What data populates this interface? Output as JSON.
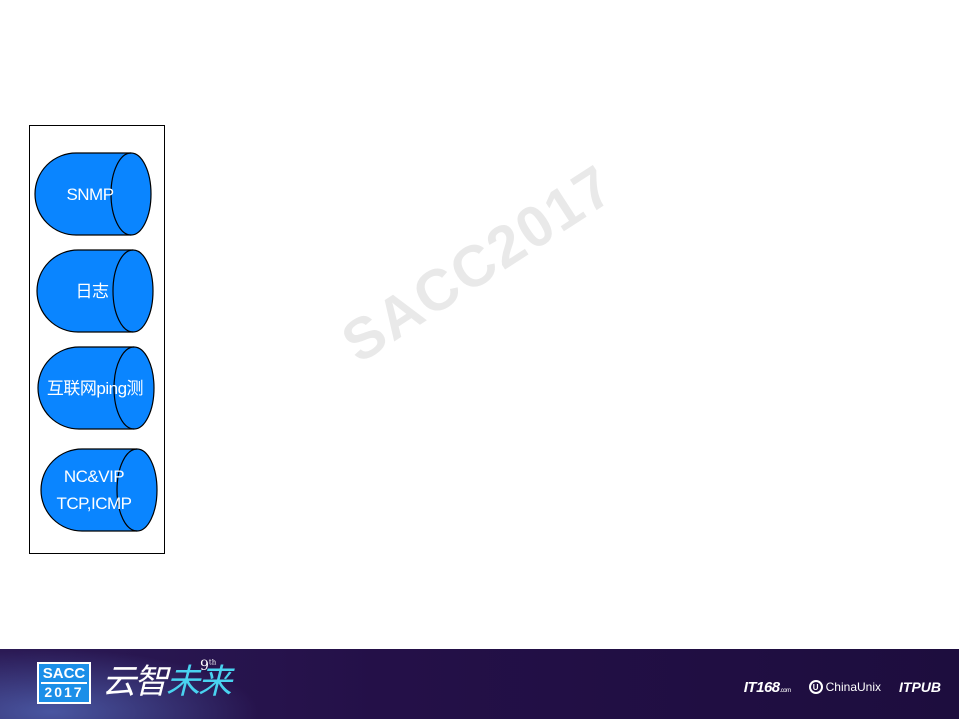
{
  "watermark": "SACC2017",
  "panel": {
    "items": [
      {
        "lines": [
          "SNMP"
        ]
      },
      {
        "lines": [
          "日志"
        ]
      },
      {
        "lines": [
          "互联网ping测"
        ]
      },
      {
        "lines": [
          "NC&VIP",
          "TCP,ICMP"
        ]
      }
    ]
  },
  "colors": {
    "cylinder_fill": "#0a85ff",
    "cylinder_stroke": "#000000",
    "footer_bg": "#241048",
    "sacc_blue": "#1b8fe8"
  },
  "footer": {
    "sacc_top": "SACC",
    "sacc_year": "2017",
    "slogan_a": "云智",
    "slogan_b": "未来",
    "edition_num": "9",
    "edition_suffix": "th",
    "logos": {
      "it168": "IT168",
      "it168_suffix": ".com",
      "chinaunix_mark": "U",
      "chinaunix": "ChinaUnix",
      "itpub": "ITPUB"
    }
  }
}
